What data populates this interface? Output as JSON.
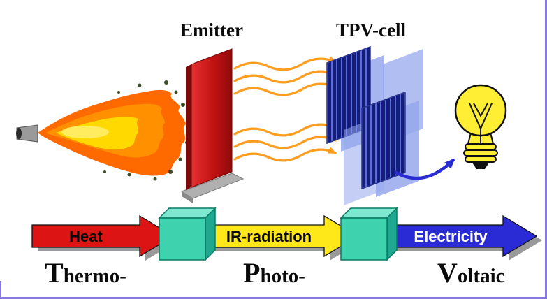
{
  "labels": {
    "emitter": "Emitter",
    "tpv_cell": "TPV-cell"
  },
  "flow": {
    "heat": "Heat",
    "ir_radiation": "IR-radiation",
    "electricity": "Electricity"
  },
  "captions": {
    "thermo_initial": "T",
    "thermo_rest": "hermo-",
    "photo_initial": "P",
    "photo_rest": "hoto-",
    "voltaic_initial": "V",
    "voltaic_rest": "oltaic"
  },
  "colors": {
    "heat_red": "#dc1414",
    "ir_yellow": "#ffe81a",
    "electricity_blue": "#2b2bd6",
    "cube_teal": "#3ed3ae",
    "emitter_red": "#c41616",
    "flame_outer": "#ff6a00",
    "flame_orange": "#ff9100",
    "flame_yellow": "#ffd900",
    "wave_orange": "#ff9d1e",
    "tpv_dark": "#141e78",
    "tpv_light": "#96a8ec",
    "bulb_yellow": "#ffee33",
    "shadow_gray": "#9a9a9a",
    "border_purple": "#8678e0",
    "electricity_text": "#ffffff"
  }
}
